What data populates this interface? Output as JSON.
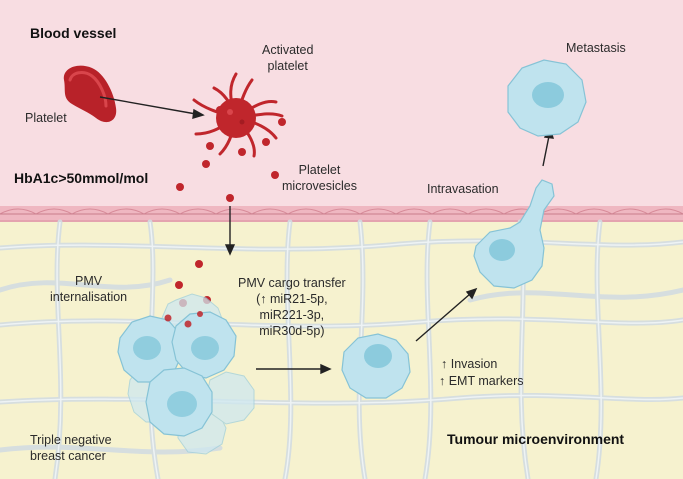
{
  "labels": {
    "blood_vessel": "Blood vessel",
    "activated_platelet_1": "Activated",
    "activated_platelet_2": "platelet",
    "metastasis": "Metastasis",
    "platelet": "Platelet",
    "hba1c": "HbA1c>50mmol/mol",
    "platelet_microvesicles_1": "Platelet",
    "platelet_microvesicles_2": "microvesicles",
    "intravasation": "Intravasation",
    "pmv_internalisation_1": "PMV",
    "pmv_internalisation_2": "internalisation",
    "pmv_cargo_1": "PMV cargo transfer",
    "pmv_cargo_2": "(↑ miR21-5p,",
    "pmv_cargo_3": "miR221-3p,",
    "pmv_cargo_4": "miR30d-5p)",
    "invasion": "↑ Invasion",
    "emt_markers": "↑ EMT markers",
    "tnbc_1": "Triple negative",
    "tnbc_2": "breast cancer",
    "tumour_microenvironment": "Tumour microenvironment"
  },
  "colors": {
    "blood_vessel_bg": "#f8dde2",
    "tumour_bg": "#f6f2cf",
    "vessel_wall": "#e9a9b6",
    "platelet_red": "#c0262c",
    "cancer_cell": "#bfe3ee",
    "cancer_nucleus": "#8ccbdd",
    "fiber": "#d2dbe0"
  }
}
